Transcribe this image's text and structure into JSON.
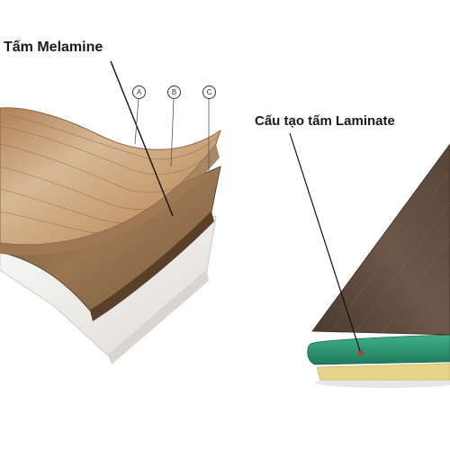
{
  "labels": {
    "melamine": "Tấm Melamine",
    "laminate": "Cấu tạo tấm Laminate"
  },
  "markers": [
    "A",
    "B",
    "C"
  ],
  "colors": {
    "wood_light": "#c9a27a",
    "wood_dark": "#7a5a3c",
    "core_kraft": "#8a6a48",
    "backer_white": "#f2f0ee",
    "laminate_top": "#5e4a3c",
    "laminate_core": "#2e9a76",
    "laminate_base": "#e8d68a"
  }
}
